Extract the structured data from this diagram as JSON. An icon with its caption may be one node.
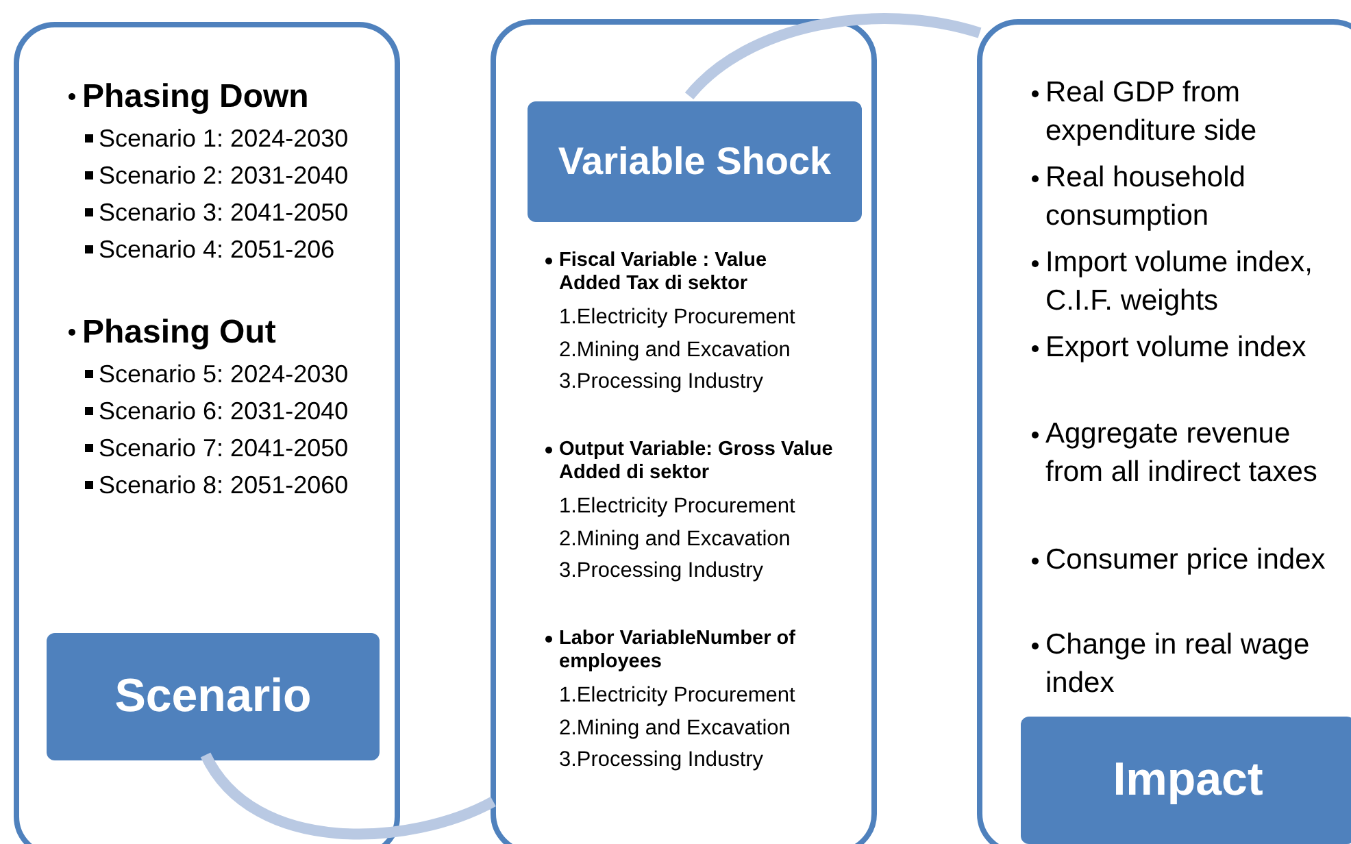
{
  "diagram": {
    "nodes": [
      {
        "text": [
          "Phasing Down",
          "Scenario 1: 2024-2030",
          "Scenario 2: 2031-2040",
          "Scenario 3: 2041-2050",
          "Scenario 4: 2051-206",
          "Phasing Out",
          "Scenario 5: 2024-2030",
          "Scenario 6: 2031-2040",
          "Scenario 7: 2041-2050",
          "Scenario 8: 2051-2060"
        ]
      },
      {
        "text": [
          "Scenario"
        ],
        "in": 0
      },
      {
        "text": [
          "Fiscal Variable : Value Added Tax di sektor",
          "1.Electricity Procurement",
          "2.Mining and Excavation",
          "3.Processing Industry",
          "Output Variable: Gross Value Added di sektor",
          "1.Electricity Procurement",
          "2.Mining and Excavation",
          "3.Processing Industry",
          "Labor VariableNumber of employees",
          "1.Electricity Procurement",
          "2.Mining and Excavation",
          "3.Processing Industry"
        ]
      },
      {
        "text": [
          "Variable Shock"
        ],
        "in": 2
      },
      {
        "text": [
          "Real GDP from expenditure side",
          "Real household consumption",
          "Import volume index, C.I.F. weights",
          "Export volume index",
          "Aggregate revenue from all indirect taxes",
          "Consumer price index",
          "Change in real wage index"
        ]
      },
      {
        "text": [
          "Impact"
        ],
        "in": 4
      }
    ],
    "edges": [
      {
        "from": 1,
        "to": 2,
        "arrow": "none"
      },
      {
        "from": 3,
        "to": 4,
        "arrow": "none"
      }
    ]
  }
}
